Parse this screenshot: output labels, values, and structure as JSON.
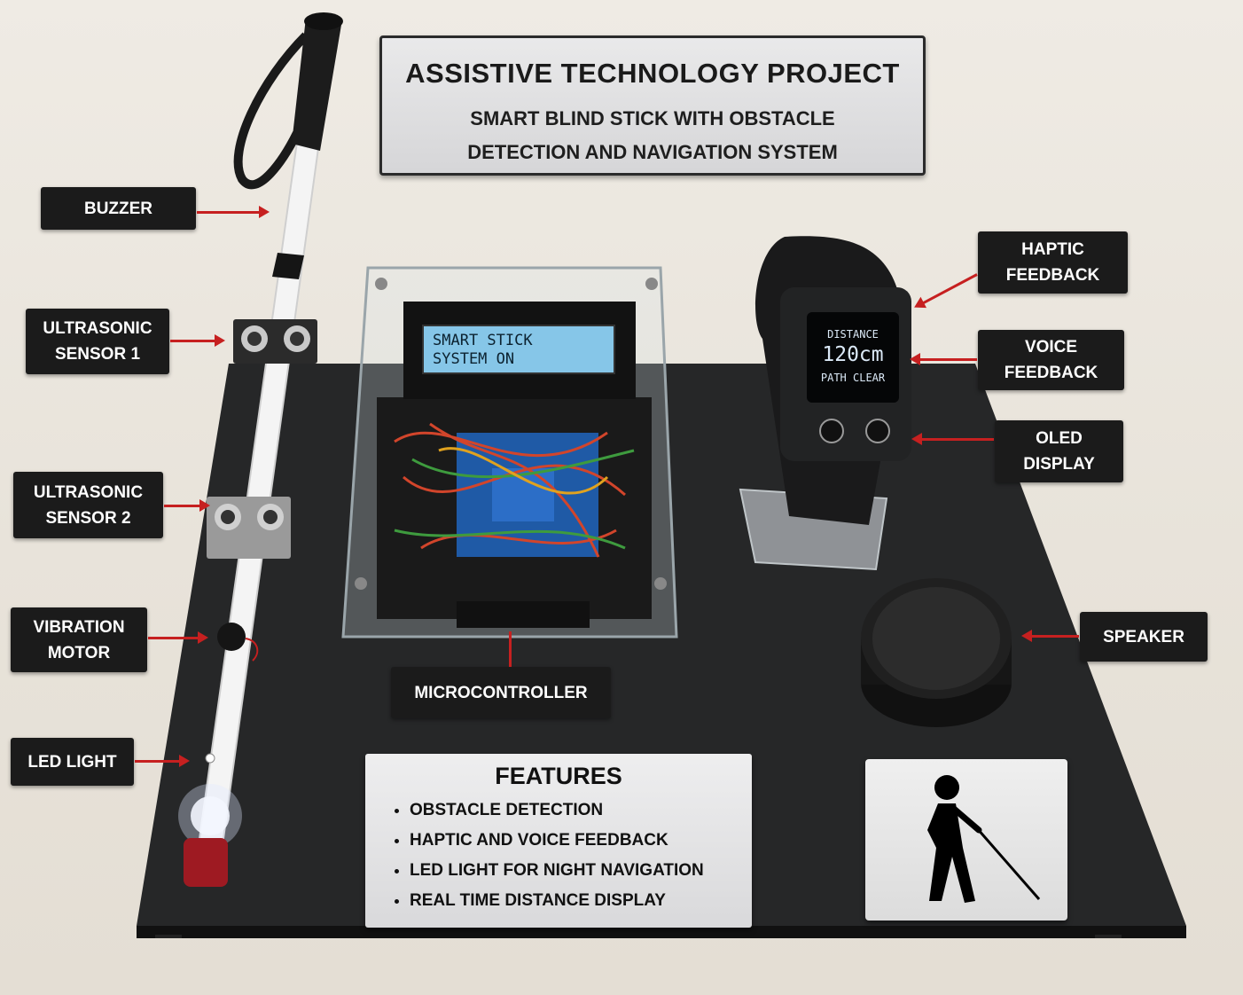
{
  "title_plaque": {
    "heading": "ASSISTIVE TECHNOLOGY PROJECT",
    "subtitle_line1": "SMART BLIND STICK WITH OBSTACLE",
    "subtitle_line2": "DETECTION AND NAVIGATION SYSTEM"
  },
  "labels": {
    "buzzer": "BUZZER",
    "ultrasonic_1": "ULTRASONIC\nSENSOR 1",
    "ultrasonic_2": "ULTRASONIC\nSENSOR 2",
    "vibration_motor": "VIBRATION\nMOTOR",
    "led_light": "LED LIGHT",
    "microcontroller": "MICROCONTROLLER",
    "haptic_feedback": "HAPTIC\nFEEDBACK",
    "voice_feedback": "VOICE\nFEEDBACK",
    "oled_display": "OLED\nDISPLAY",
    "speaker": "SPEAKER"
  },
  "lcd": {
    "line1": "SMART STICK",
    "line2": "SYSTEM ON"
  },
  "oled": {
    "line1": "DISTANCE",
    "line2": "120cm",
    "line3": "PATH CLEAR"
  },
  "features": {
    "heading": "FEATURES",
    "items": [
      "OBSTACLE DETECTION",
      "HAPTIC AND VOICE FEEDBACK",
      "LED LIGHT FOR NIGHT NAVIGATION",
      "REAL TIME DISTANCE DISPLAY"
    ]
  },
  "colors": {
    "label_bg": "#1b1b1b",
    "arrow": "#c62020",
    "board": "#262728",
    "lcd": "#86c6e8"
  },
  "icons": {
    "sign": "blind-person-with-cane-icon"
  }
}
